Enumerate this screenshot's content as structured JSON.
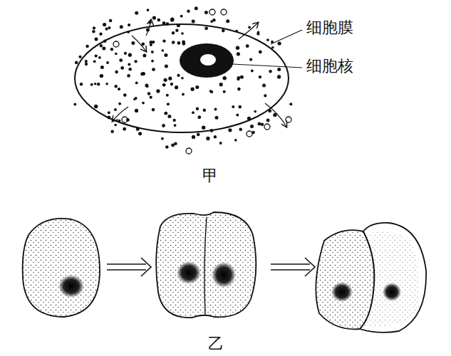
{
  "diagram": {
    "labels": [
      "细胞膜",
      "细胞核",
      "甲",
      "乙"
    ]
  }
}
